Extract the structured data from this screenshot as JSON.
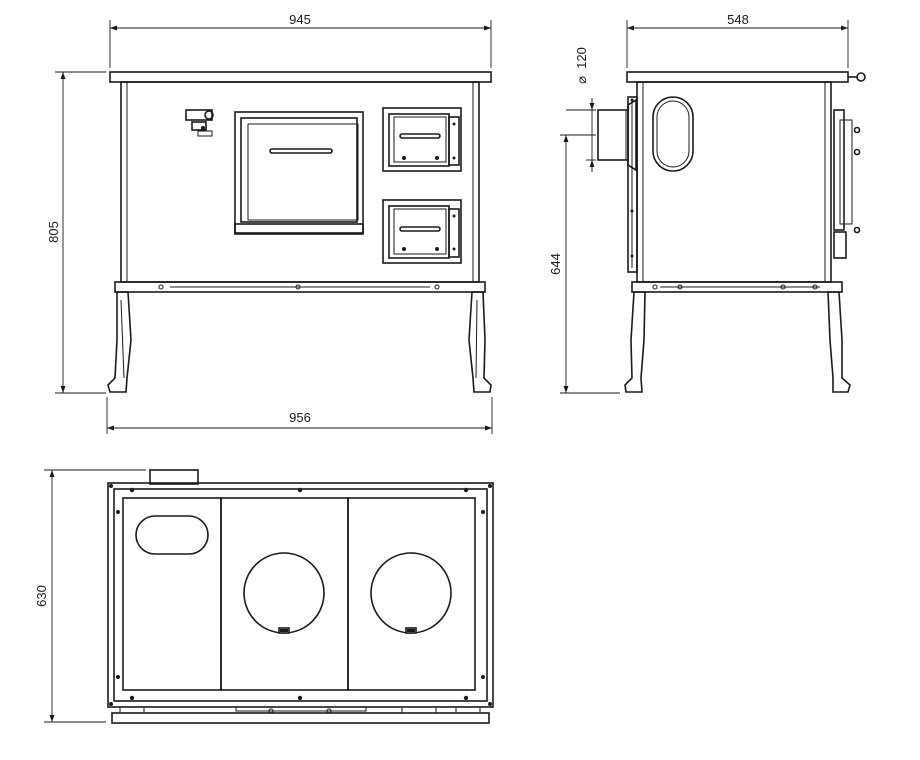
{
  "dimensions": {
    "front_width_top": "945",
    "front_height": "805",
    "front_width_bottom": "956",
    "side_depth": "548",
    "flue_diameter": "120",
    "flue_height": "644",
    "top_depth": "630"
  },
  "colors": {
    "line": "#1a1a1a",
    "background": "#ffffff"
  }
}
